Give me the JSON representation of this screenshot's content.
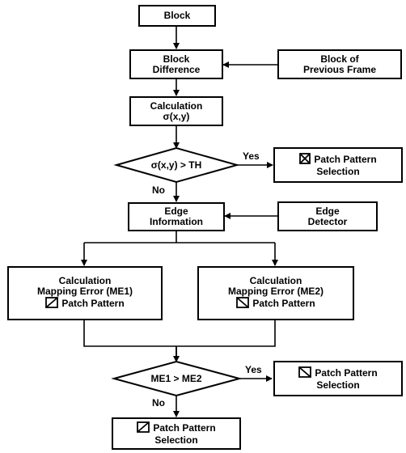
{
  "nodes": {
    "block": "Block",
    "block_difference": [
      "Block",
      "Difference"
    ],
    "block_previous_frame": [
      "Block of",
      "Previous Frame"
    ],
    "calculation_sigma": [
      "Calculation",
      "σ(x,y)"
    ],
    "decision_threshold": "σ(x,y) > TH",
    "patch_x_selection": [
      "Patch Pattern",
      "Selection"
    ],
    "edge_information": [
      "Edge",
      "Information"
    ],
    "edge_detector": [
      "Edge",
      "Detector"
    ],
    "calc_me1": [
      "Calculation",
      "Mapping Error (ME1)",
      "Patch Pattern"
    ],
    "calc_me2": [
      "Calculation",
      "Mapping Error (ME2)",
      "Patch Pattern"
    ],
    "decision_me": "ME1 > ME2",
    "patch_backslash_selection": [
      "Patch Pattern",
      "Selection"
    ],
    "patch_slash_selection": [
      "Patch Pattern",
      "Selection"
    ]
  },
  "edge_labels": {
    "threshold_yes": "Yes",
    "threshold_no": "No",
    "me_yes": "Yes",
    "me_no": "No"
  },
  "icons": {
    "patch_x_selection": "x-pattern-icon",
    "calc_me1": "slash-pattern-icon",
    "calc_me2": "backslash-pattern-icon",
    "patch_backslash_selection": "backslash-pattern-icon",
    "patch_slash_selection": "slash-pattern-icon"
  }
}
